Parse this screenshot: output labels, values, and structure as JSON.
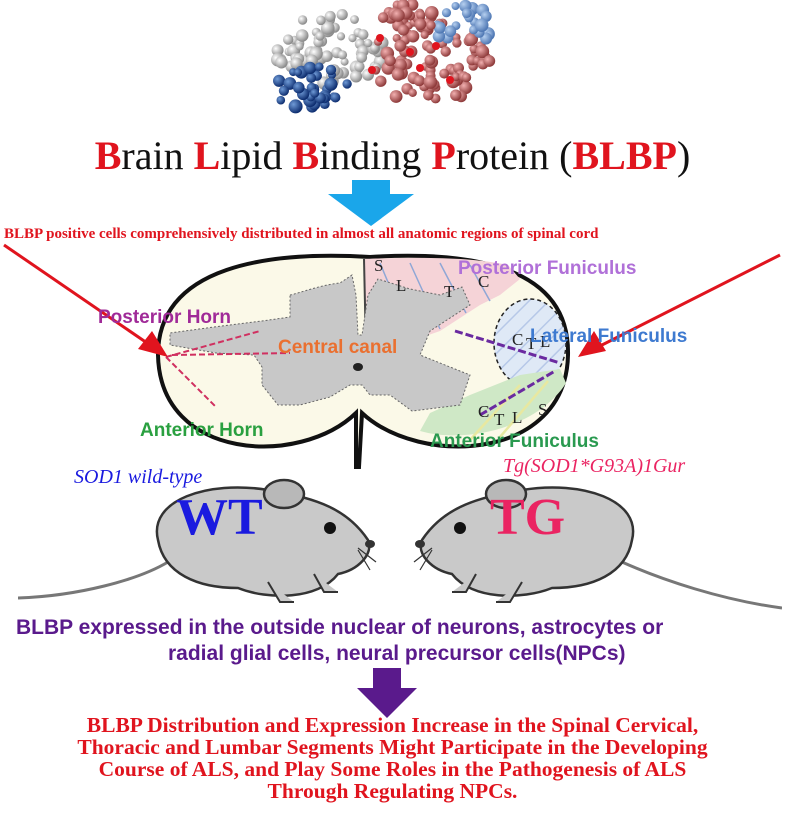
{
  "title": {
    "words": [
      {
        "cap": "B",
        "rest": "rain "
      },
      {
        "cap": "L",
        "rest": "ipid "
      },
      {
        "cap": "B",
        "rest": "inding "
      },
      {
        "cap": "P",
        "rest": "rotein "
      }
    ],
    "open": "(",
    "abbr": "BLBP",
    "close": ")"
  },
  "distribution_text": "BLBP positive cells comprehensively distributed in almost all anatomic regions of spinal cord",
  "spinal_cord": {
    "labels": {
      "posterior_funiculus": "Posterior Funiculus",
      "lateral_funiculus": "Lateral Funiculus",
      "anterior_funiculus": "Anterior Funiculus",
      "posterior_horn": "Posterior Horn",
      "anterior_horn": "Anterior Horn",
      "central_canal": "Central canal"
    },
    "letters_posterior": [
      "S",
      "L",
      "T",
      "C"
    ],
    "letters_lateral": [
      "C",
      "T",
      "L"
    ],
    "letters_anterior": [
      "C",
      "T",
      "L",
      "S"
    ]
  },
  "mice": {
    "wt_caption": "SOD1 wild-type",
    "wt_label": "WT",
    "tg_caption": "Tg(SOD1*G93A)1Gur",
    "tg_label": "TG"
  },
  "expression": {
    "line1": "BLBP expressed in the outside nuclear of neurons, astrocytes or",
    "line2": "radial glial cells, neural precursor cells(NPCs)"
  },
  "conclusion": [
    "BLBP Distribution and Expression Increase in the Spinal Cervical,",
    "Thoracic and Lumbar Segments Might Participate in the Developing",
    "Course of ALS, and Play Some Roles in the Pathogenesis of ALS",
    "Through Regulating NPCs."
  ],
  "colors": {
    "red": "#e0141e",
    "blue_arrow": "#1aa6ea",
    "purple_arrow": "#5a1a8c",
    "wt": "#1a1adf",
    "tg": "#ea2462"
  }
}
